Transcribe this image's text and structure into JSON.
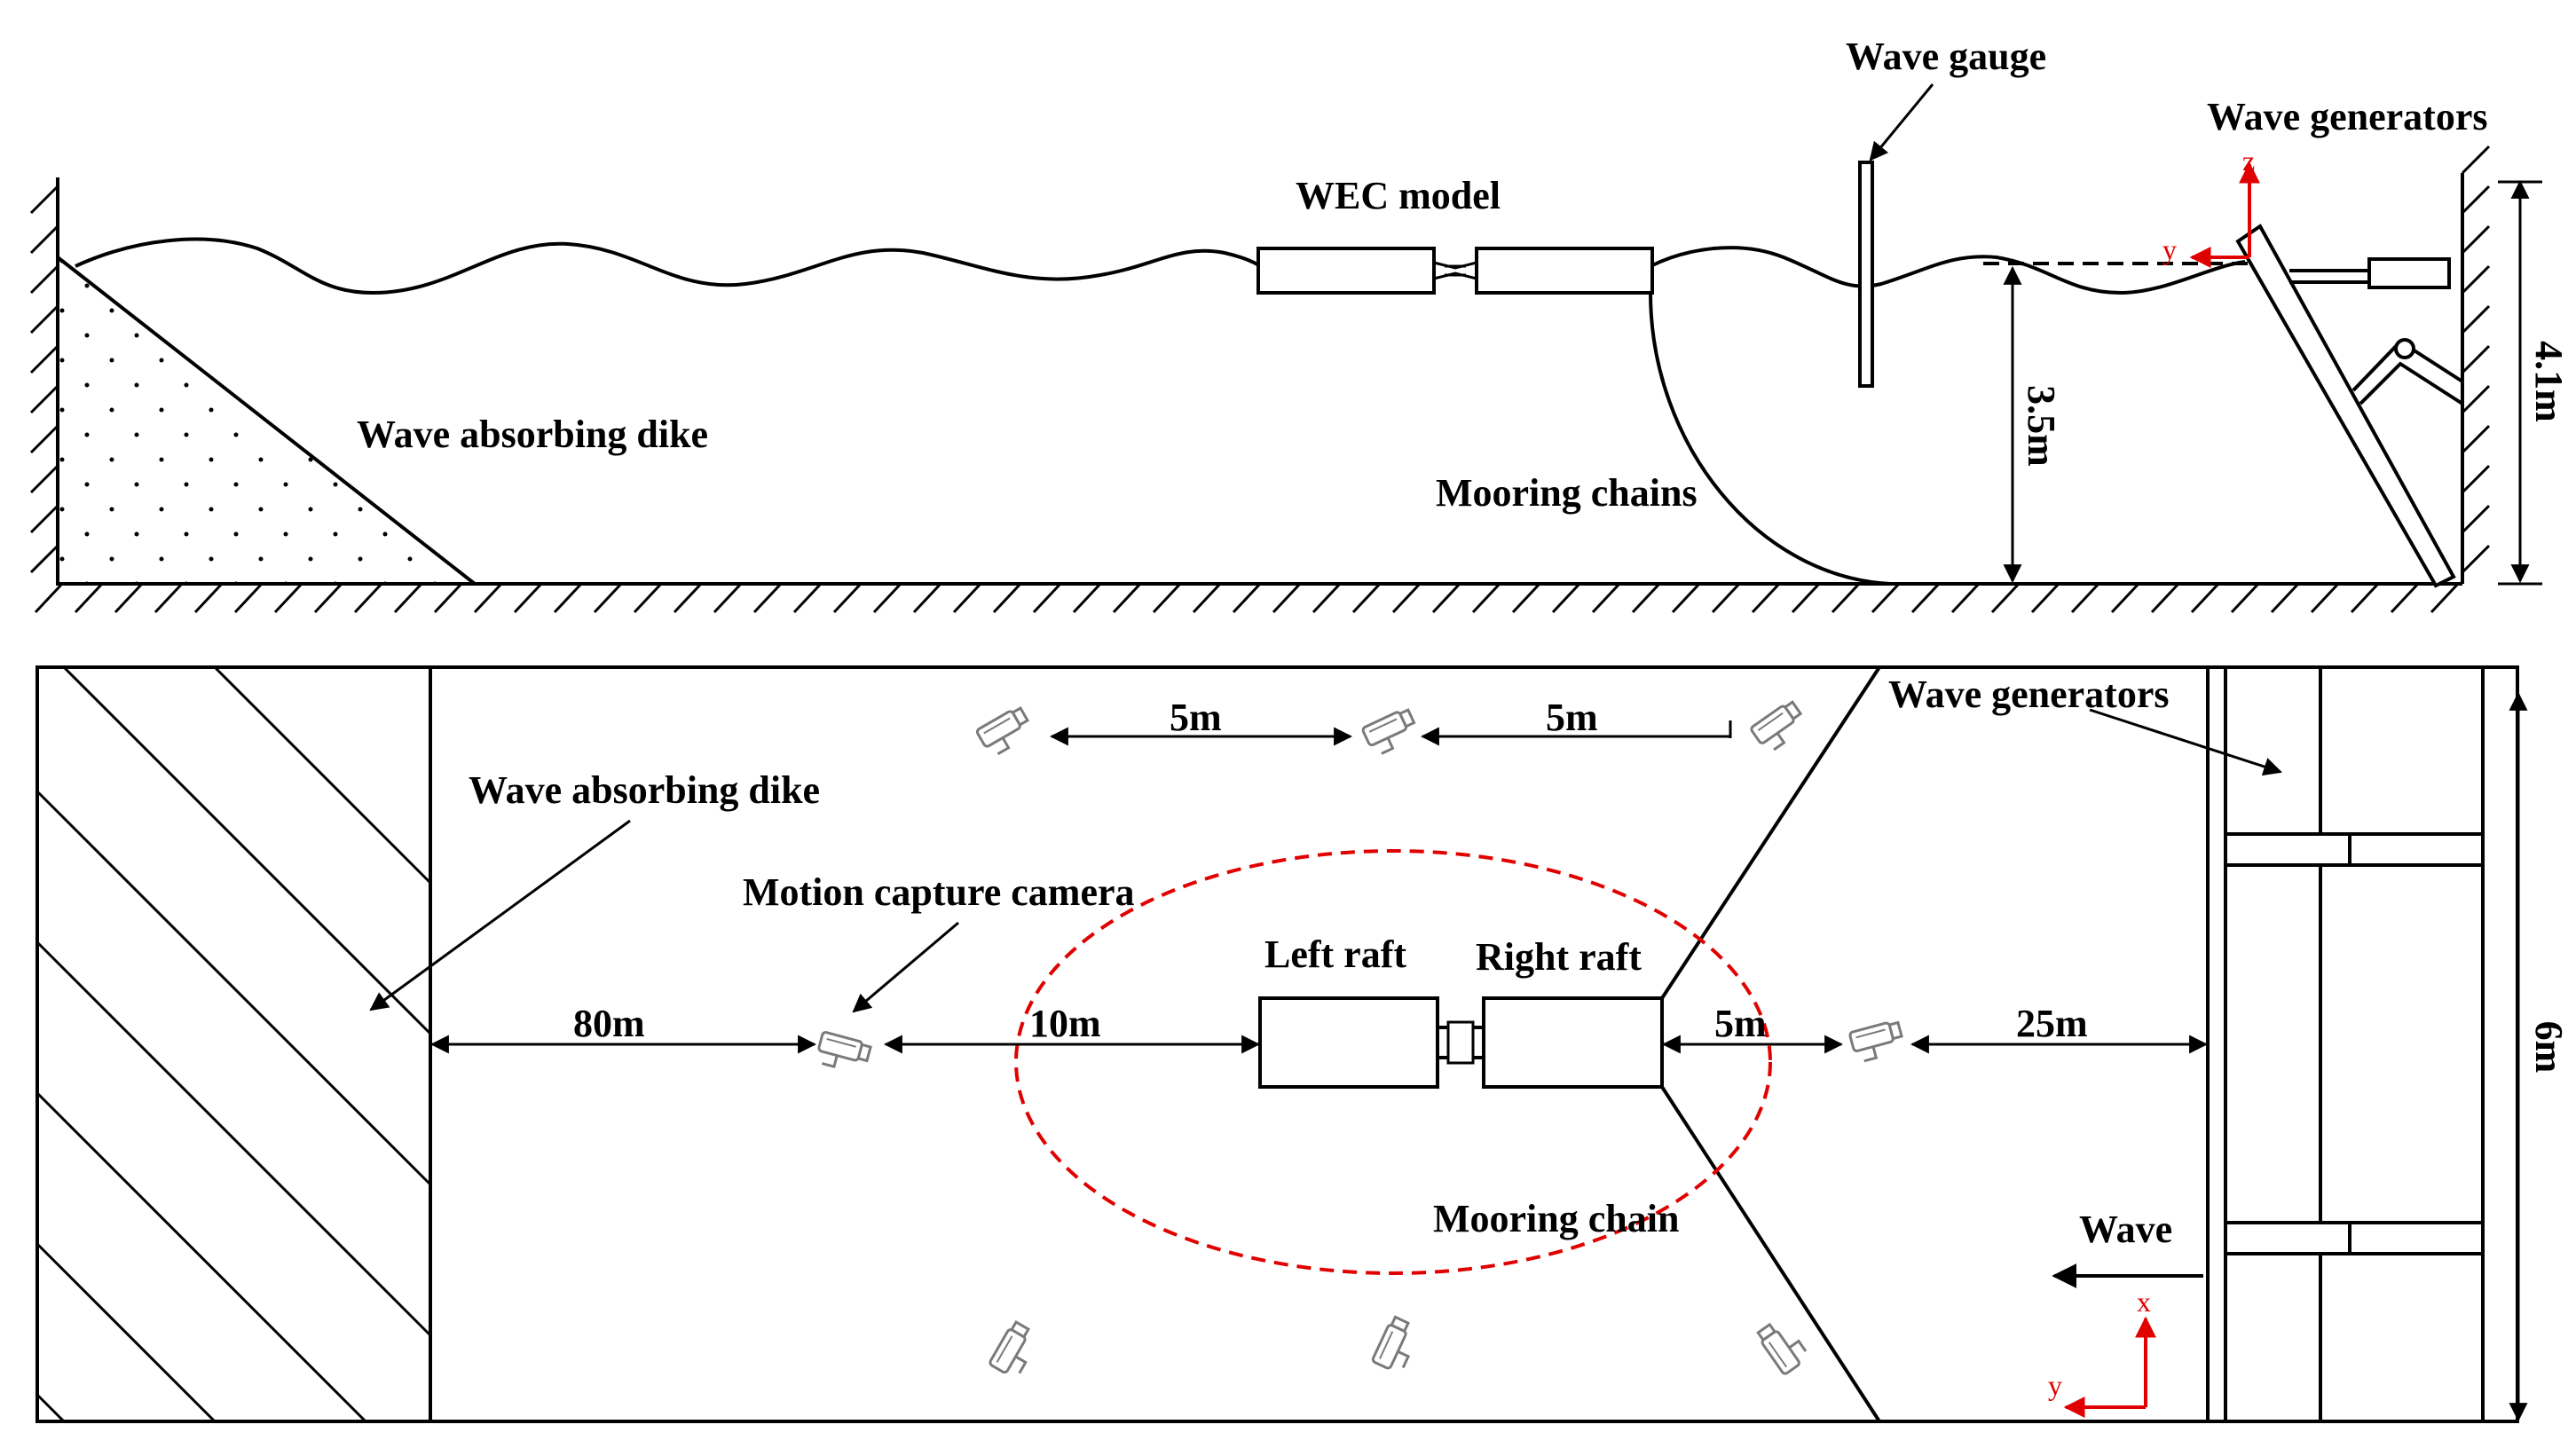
{
  "side_view": {
    "wave_gauge": "Wave gauge",
    "wave_generators": "Wave generators",
    "wec_model": "WEC model",
    "wave_absorbing_dike": "Wave absorbing dike",
    "mooring_chains": "Mooring chains",
    "depth": "3.5m",
    "height": "4.1m",
    "axis_z": "z",
    "axis_y": "y"
  },
  "top_view": {
    "wave_absorbing_dike": "Wave absorbing dike",
    "wave_generators": "Wave generators",
    "motion_capture_camera": "Motion capture camera",
    "left_raft": "Left raft",
    "right_raft": "Right raft",
    "mooring_chain": "Mooring chain",
    "wave": "Wave",
    "dist_80": "80m",
    "dist_10": "10m",
    "dist_5_right": "5m",
    "dist_25": "25m",
    "dist_5_top_left": "5m",
    "dist_5_top_right": "5m",
    "width": "6m",
    "axis_x": "x",
    "axis_y": "y"
  },
  "colors": {
    "line": "#000000",
    "accent": "#e00000",
    "camera": "#808080"
  },
  "icons": [
    "motion-capture-camera-icon",
    "wave-arrow-icon",
    "axis-icon"
  ]
}
